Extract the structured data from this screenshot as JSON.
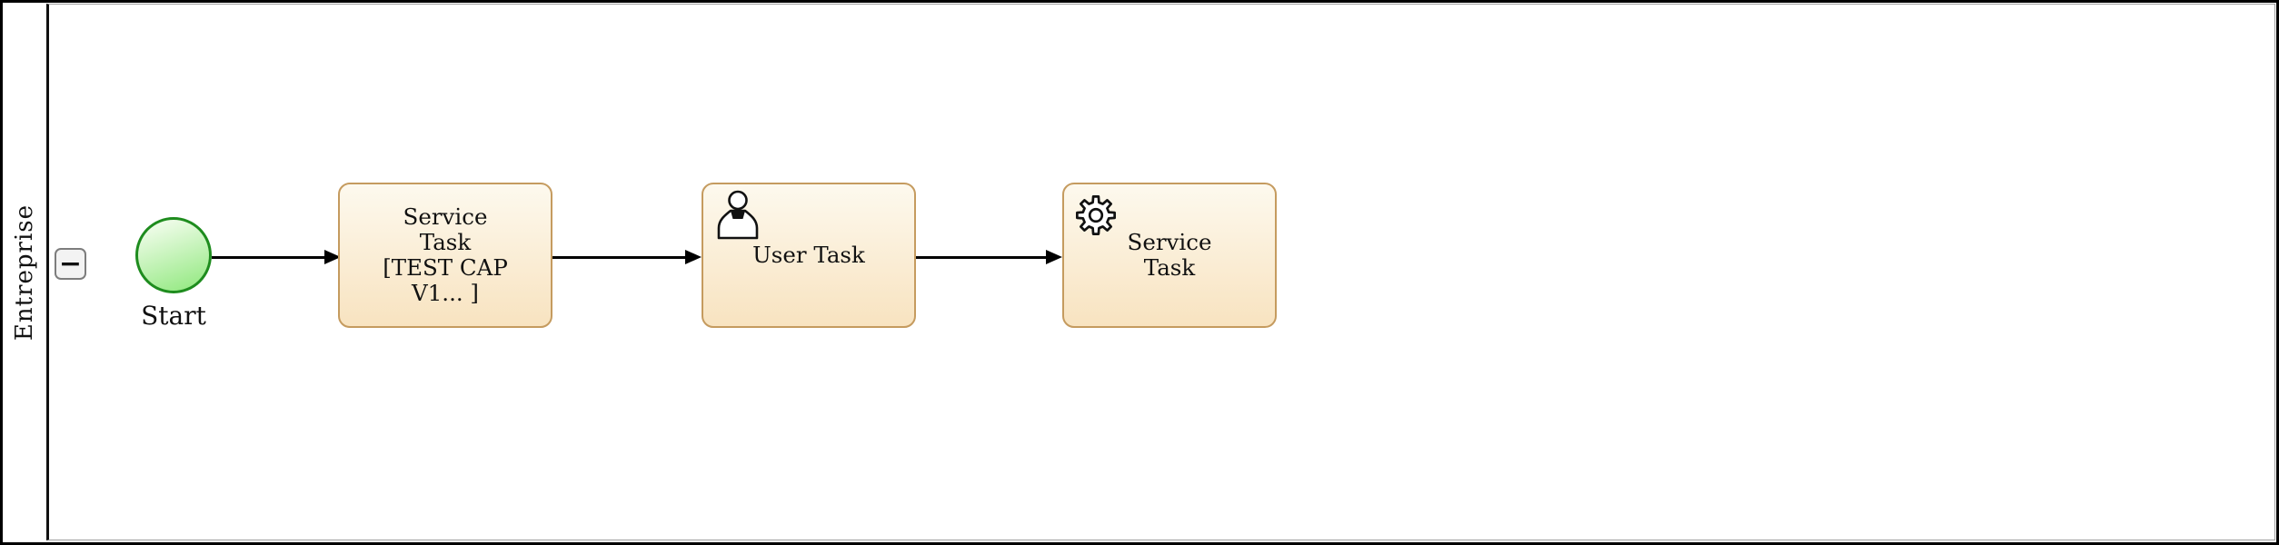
{
  "pool": {
    "lane_label": "Entreprise",
    "collapse_button_symbol": "−"
  },
  "process": {
    "start_event": {
      "label": "Start"
    },
    "tasks": [
      {
        "id": "task-1",
        "type": "service",
        "icon": null,
        "label": "Service\nTask\n[TEST CAP\nV1... ]"
      },
      {
        "id": "task-2",
        "type": "user",
        "icon": "user-icon",
        "label": "User Task"
      },
      {
        "id": "task-3",
        "type": "service",
        "icon": "gear-icon",
        "label": "Service\nTask"
      }
    ],
    "flows": [
      {
        "from": "start-event",
        "to": "task-1"
      },
      {
        "from": "task-1",
        "to": "task-2"
      },
      {
        "from": "task-2",
        "to": "task-3"
      }
    ]
  },
  "colors": {
    "task_border": "#c59b5f",
    "task_fill_top": "#fdf9ee",
    "task_fill_bottom": "#f8e3c0",
    "event_border": "#1e8c1e",
    "event_fill_top": "#ebfbe4",
    "event_fill_bottom": "#94e982",
    "lane_outline": "#9e9e9e",
    "flow_color": "#000000"
  }
}
